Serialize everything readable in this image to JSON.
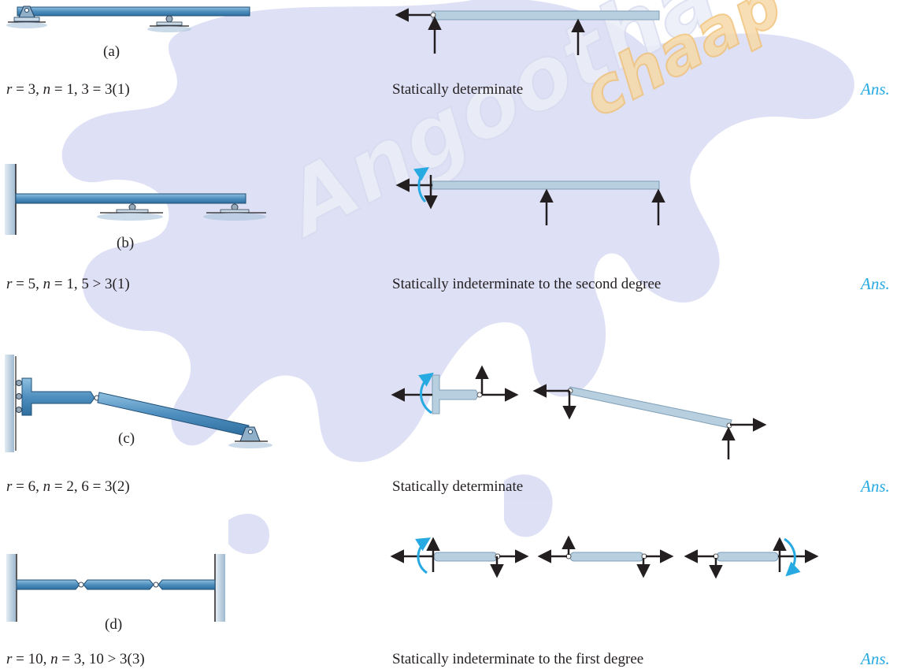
{
  "watermark": {
    "text": "Angootha chaap",
    "colors": {
      "splash": "#b8bde8",
      "text": "#e8e9f6",
      "accent": "#f3c98a"
    }
  },
  "colors": {
    "member": "#5e9fc9",
    "member_light": "#b8cfe0",
    "arrow": "#231f20",
    "moment": "#27a9e1",
    "answer": "#27a9e1"
  },
  "parts": [
    {
      "label": "(a)",
      "eq_r": "3",
      "eq_n": "1",
      "eq_rel": "3 = 3(1)",
      "result": "Statically determinate",
      "ans": "Ans."
    },
    {
      "label": "(b)",
      "eq_r": "5",
      "eq_n": "1",
      "eq_rel": "5 > 3(1)",
      "result": "Statically indeterminate to the second degree",
      "ans": "Ans."
    },
    {
      "label": "(c)",
      "eq_r": "6",
      "eq_n": "2",
      "eq_rel": "6 = 3(2)",
      "result": "Statically determinate",
      "ans": "Ans."
    },
    {
      "label": "(d)",
      "eq_r": "10",
      "eq_n": "3",
      "eq_rel": "10 > 3(3)",
      "result": "Statically indeterminate to the first degree",
      "ans": "Ans."
    }
  ]
}
